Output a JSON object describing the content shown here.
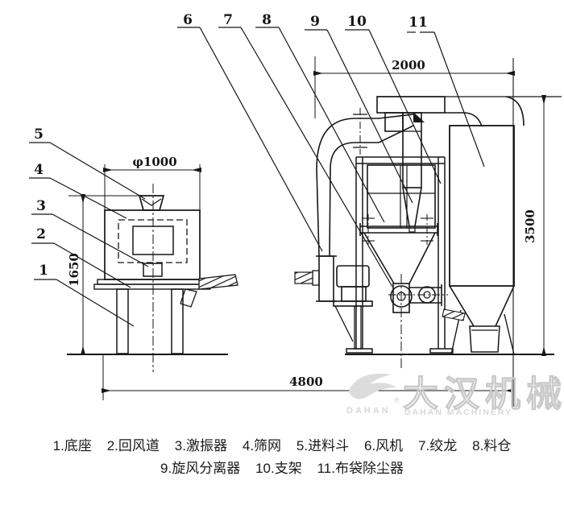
{
  "drawing": {
    "callouts": {
      "top": [
        {
          "num": "6"
        },
        {
          "num": "7"
        },
        {
          "num": "8"
        },
        {
          "num": "9"
        },
        {
          "num": "10"
        },
        {
          "num": "11"
        }
      ],
      "left": [
        {
          "num": "5"
        },
        {
          "num": "4"
        },
        {
          "num": "3"
        },
        {
          "num": "2"
        },
        {
          "num": "1"
        }
      ]
    },
    "dimensions": {
      "diameter": "φ1000",
      "left_height": "1650",
      "top_width": "2000",
      "right_height": "3500",
      "total_width": "4800"
    }
  },
  "legend": {
    "row1": "1.底座    2.回风道    3.激振器    4.筛网    5.进料斗    6.风机    7.绞龙    8.料仓",
    "row2": "9.旋风分离器    10.支架    11.布袋除尘器"
  },
  "watermark": {
    "logo_cn": "大汉机械",
    "logo_en": "DAHAN MACHINERY",
    "brand": "DAHAN",
    "registered": "®"
  },
  "colors": {
    "line": "#1a1a1a",
    "watermark": "#cccccc",
    "background": "#ffffff"
  }
}
